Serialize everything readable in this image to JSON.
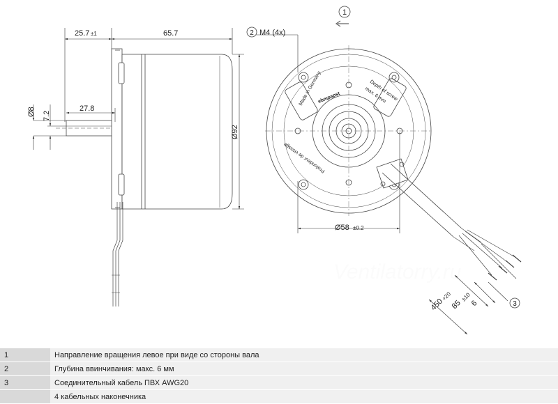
{
  "drawing": {
    "dimensions": {
      "d1": "25.7",
      "d1_tol": "±1",
      "d2": "65.7",
      "d3": "27.8",
      "d4": "Ø8",
      "d5": "7.2",
      "d6": "Ø92",
      "d7": "M4 (4x)",
      "d8": "Ø58",
      "d8_tol": "±0.2",
      "d9": "450",
      "d9_tol": "+20",
      "d10": "85",
      "d10_tol": "±10",
      "d11": "6"
    },
    "callouts": {
      "c1": "1",
      "c2": "2",
      "c3": "3"
    },
    "labels": {
      "made_in": "Made in Germany",
      "depth": "Depth of screw",
      "max": "max. 6 mm",
      "profondeur": "Profondeur de vissage",
      "brand": "ebmpapst"
    },
    "watermark": "Ventilatorry.ru"
  },
  "legend": [
    {
      "num": "1",
      "text": "Направление вращения левое при виде со стороны вала"
    },
    {
      "num": "2",
      "text": "Глубина ввинчивания: макс. 6 мм"
    },
    {
      "num": "3",
      "text": "Соединительный кабель ПВХ AWG20"
    },
    {
      "num": "",
      "text": "4 кабельных наконечника"
    }
  ]
}
